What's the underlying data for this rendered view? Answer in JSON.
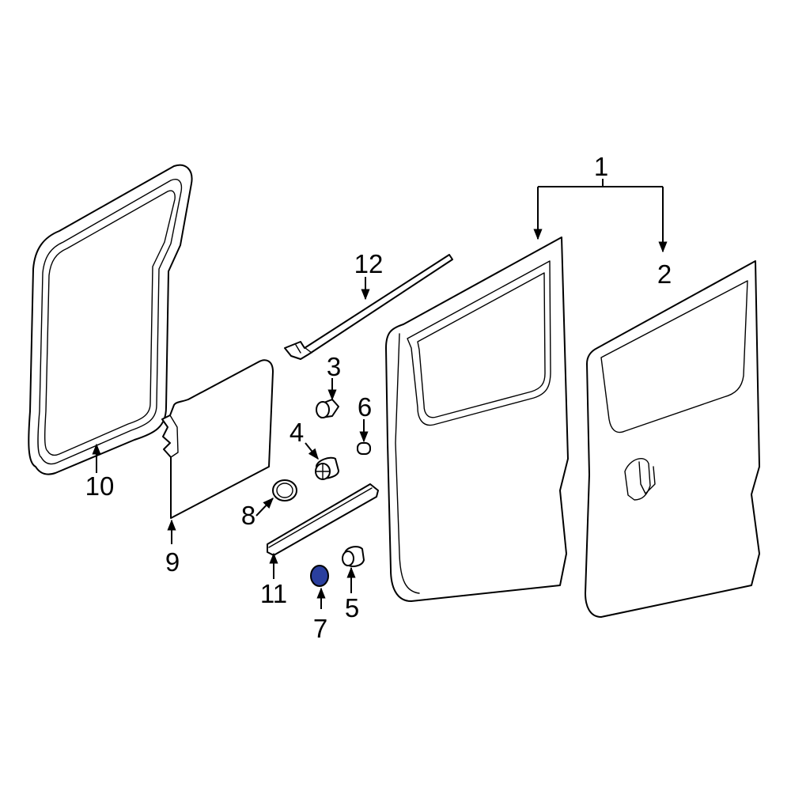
{
  "highlight_color": "#2a3f9e",
  "line_color": "#000000",
  "callouts": [
    {
      "id": "c1",
      "text": "1"
    },
    {
      "id": "c2",
      "text": "2"
    },
    {
      "id": "c3",
      "text": "3"
    },
    {
      "id": "c4",
      "text": "4"
    },
    {
      "id": "c5",
      "text": "5"
    },
    {
      "id": "c6",
      "text": "6"
    },
    {
      "id": "c7",
      "text": "7"
    },
    {
      "id": "c8",
      "text": "8"
    },
    {
      "id": "c9",
      "text": "9"
    },
    {
      "id": "c10",
      "text": "10"
    },
    {
      "id": "c11",
      "text": "11"
    },
    {
      "id": "c12",
      "text": "12"
    }
  ],
  "highlighted_part": "7"
}
